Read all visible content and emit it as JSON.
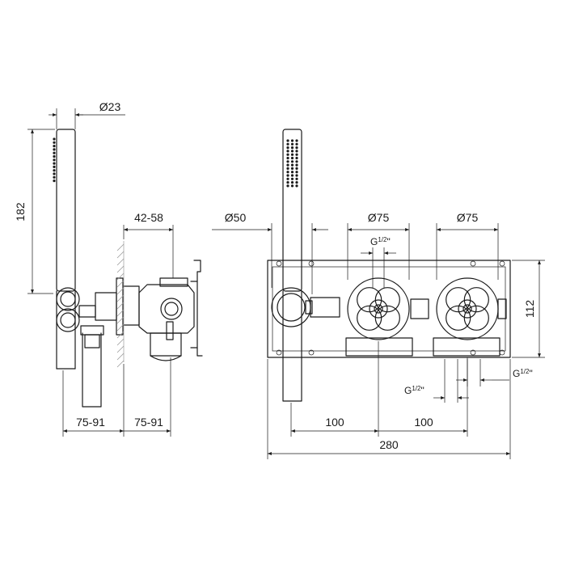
{
  "side_view": {
    "diameter_handshower": "Ø23",
    "height_handshower": "182",
    "wall_depth_range": "42-58",
    "projection_left": "75-91",
    "projection_right": "75-91"
  },
  "front_view": {
    "diameter_outlet": "Ø50",
    "diameter_valve_1": "Ø75",
    "diameter_valve_2": "Ø75",
    "thread_top": "G",
    "thread_top_fraction": "1/2",
    "thread_top_suffix": "\"",
    "thread_bottom_left": "G",
    "thread_bottom_left_fraction": "1/2",
    "thread_bottom_left_suffix": "\"",
    "thread_bottom_right": "G",
    "thread_bottom_right_fraction": "1/2",
    "thread_bottom_right_suffix": "\"",
    "spacing_1": "100",
    "spacing_2": "100",
    "overall_width": "280",
    "overall_height": "112"
  }
}
